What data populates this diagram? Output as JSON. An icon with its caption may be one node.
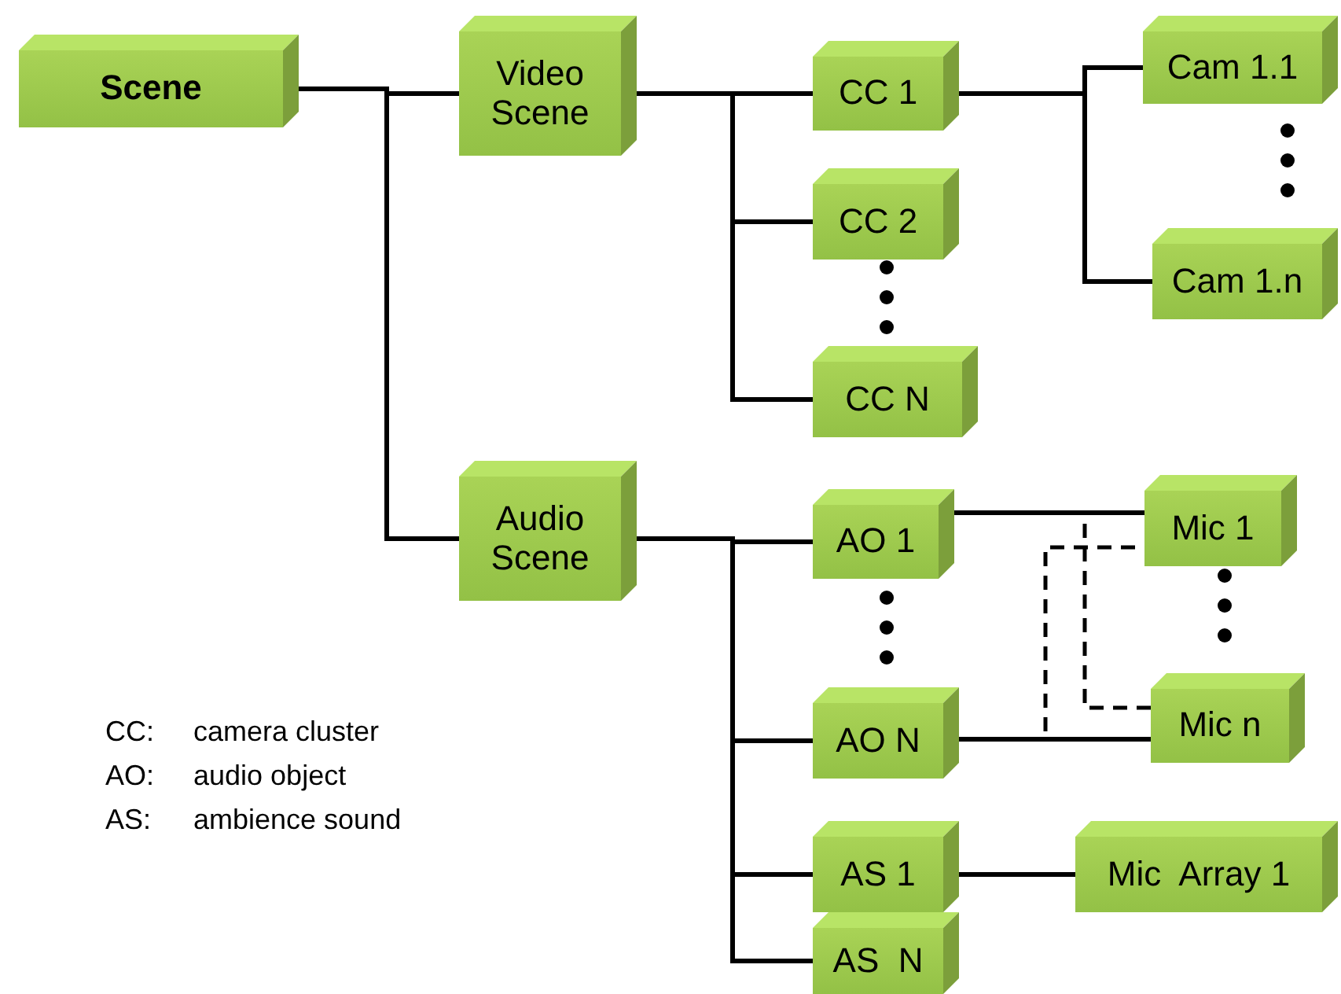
{
  "diagram": {
    "nodes": [
      {
        "text": [
          "Scene"
        ]
      },
      {
        "text": [
          "Video Scene"
        ]
      },
      {
        "text": [
          "CC 1"
        ]
      },
      {
        "text": [
          "CC 2"
        ]
      },
      {
        "text": [
          "CC N"
        ]
      },
      {
        "text": [
          "Cam 1.1"
        ]
      },
      {
        "text": [
          "Cam 1.n"
        ]
      },
      {
        "text": [
          "Audio Scene"
        ]
      },
      {
        "text": [
          "AO 1"
        ]
      },
      {
        "text": [
          "AO N"
        ]
      },
      {
        "text": [
          "Mic 1"
        ]
      },
      {
        "text": [
          "Mic n"
        ]
      },
      {
        "text": [
          "AS 1"
        ]
      },
      {
        "text": [
          "AS  N"
        ]
      },
      {
        "text": [
          "Mic  Array 1"
        ]
      }
    ],
    "edges": [
      {
        "from": 0,
        "to": 1,
        "arrow": "none"
      },
      {
        "from": 0,
        "to": 7,
        "arrow": "none"
      },
      {
        "from": 1,
        "to": 2,
        "arrow": "none"
      },
      {
        "from": 1,
        "to": 3,
        "arrow": "none"
      },
      {
        "from": 1,
        "to": 4,
        "arrow": "none"
      },
      {
        "from": 2,
        "to": 5,
        "arrow": "none"
      },
      {
        "from": 2,
        "to": 6,
        "arrow": "none"
      },
      {
        "from": 7,
        "to": 8,
        "arrow": "none"
      },
      {
        "from": 7,
        "to": 9,
        "arrow": "none"
      },
      {
        "from": 7,
        "to": 12,
        "arrow": "none"
      },
      {
        "from": 7,
        "to": 13,
        "arrow": "none"
      },
      {
        "from": 8,
        "to": 10,
        "arrow": "none"
      },
      {
        "from": 9,
        "to": 11,
        "arrow": "none"
      },
      {
        "from": 8,
        "to": 11,
        "arrow": "none",
        "style": "dashed"
      },
      {
        "from": 9,
        "to": 10,
        "arrow": "none",
        "style": "dashed"
      },
      {
        "from": 12,
        "to": 14,
        "arrow": "none"
      }
    ],
    "labels": [
      "CC:",
      "camera cluster",
      "AO:",
      "audio object",
      "AS:",
      "ambience sound"
    ]
  }
}
